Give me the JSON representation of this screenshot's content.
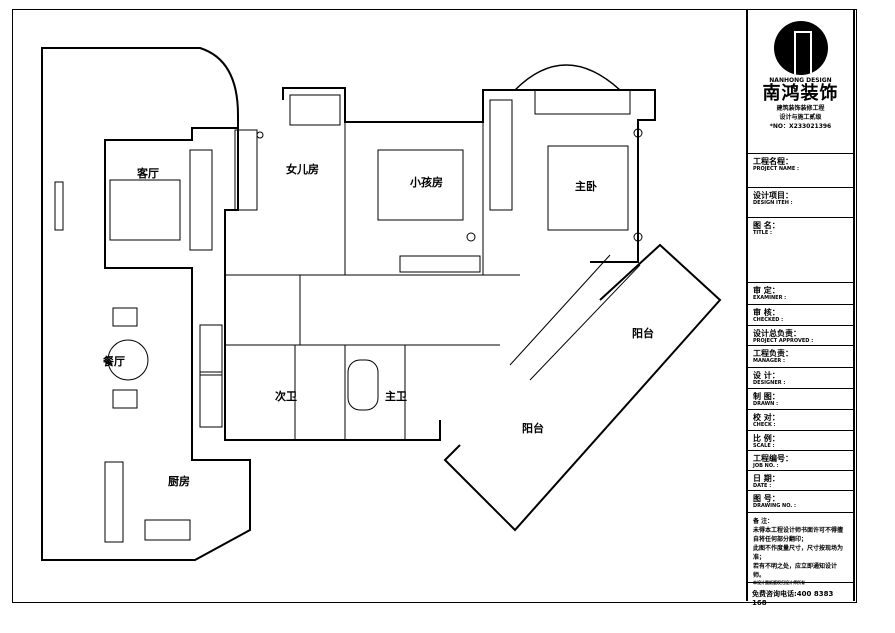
{
  "rooms": {
    "living": "客厅",
    "daughter": "女儿房",
    "child": "小孩房",
    "master": "主卧",
    "balcony1": "阳台",
    "balcony2": "阳台",
    "dining": "餐厅",
    "bath2": "次卫",
    "bath1": "主卫",
    "kitchen": "厨房"
  },
  "titleblock": {
    "brand_en": "NANHONG DESIGN",
    "brand_cn": "南鸿装饰",
    "sub1": "建筑装饰装修工程",
    "sub2": "设计与施工贰级",
    "number": "*NO：X233021396",
    "rows": [
      {
        "cn": "工程名程：",
        "en": "PROJECT NAME :"
      },
      {
        "cn": "设计项目：",
        "en": "DESIGN ITEH :"
      },
      {
        "cn": "图 名：",
        "en": "TITLE :"
      },
      {
        "cn": "审 定：",
        "en": "EXAMINER :"
      },
      {
        "cn": "审 核：",
        "en": "CHECKED :"
      },
      {
        "cn": "设计总负责：",
        "en": "PROJECT APPROVED :"
      },
      {
        "cn": "工程负责：",
        "en": "MANAGER :"
      },
      {
        "cn": "设 计：",
        "en": "DESIGNER :"
      },
      {
        "cn": "制 图：",
        "en": "DRAWN :"
      },
      {
        "cn": "校 对：",
        "en": "CHECK :"
      },
      {
        "cn": "比 例：",
        "en": "SCALE :"
      },
      {
        "cn": "工程编号：",
        "en": "JOB NO. :"
      },
      {
        "cn": "日 期：",
        "en": "DATE :"
      },
      {
        "cn": "图 号：",
        "en": "DRAWING NO. :"
      }
    ],
    "note_title": "备 注：",
    "note1": "未得本工程设计师书面许可不得擅自将任何部分翻印；",
    "note2": "此图不作度量尺寸，尺寸按现场为准；",
    "note3": "若有不明之处，应立即通知设计师。",
    "note4": "本设计图纸版权归设计师所有",
    "phone": "免费咨询电话:400 8383 168"
  }
}
